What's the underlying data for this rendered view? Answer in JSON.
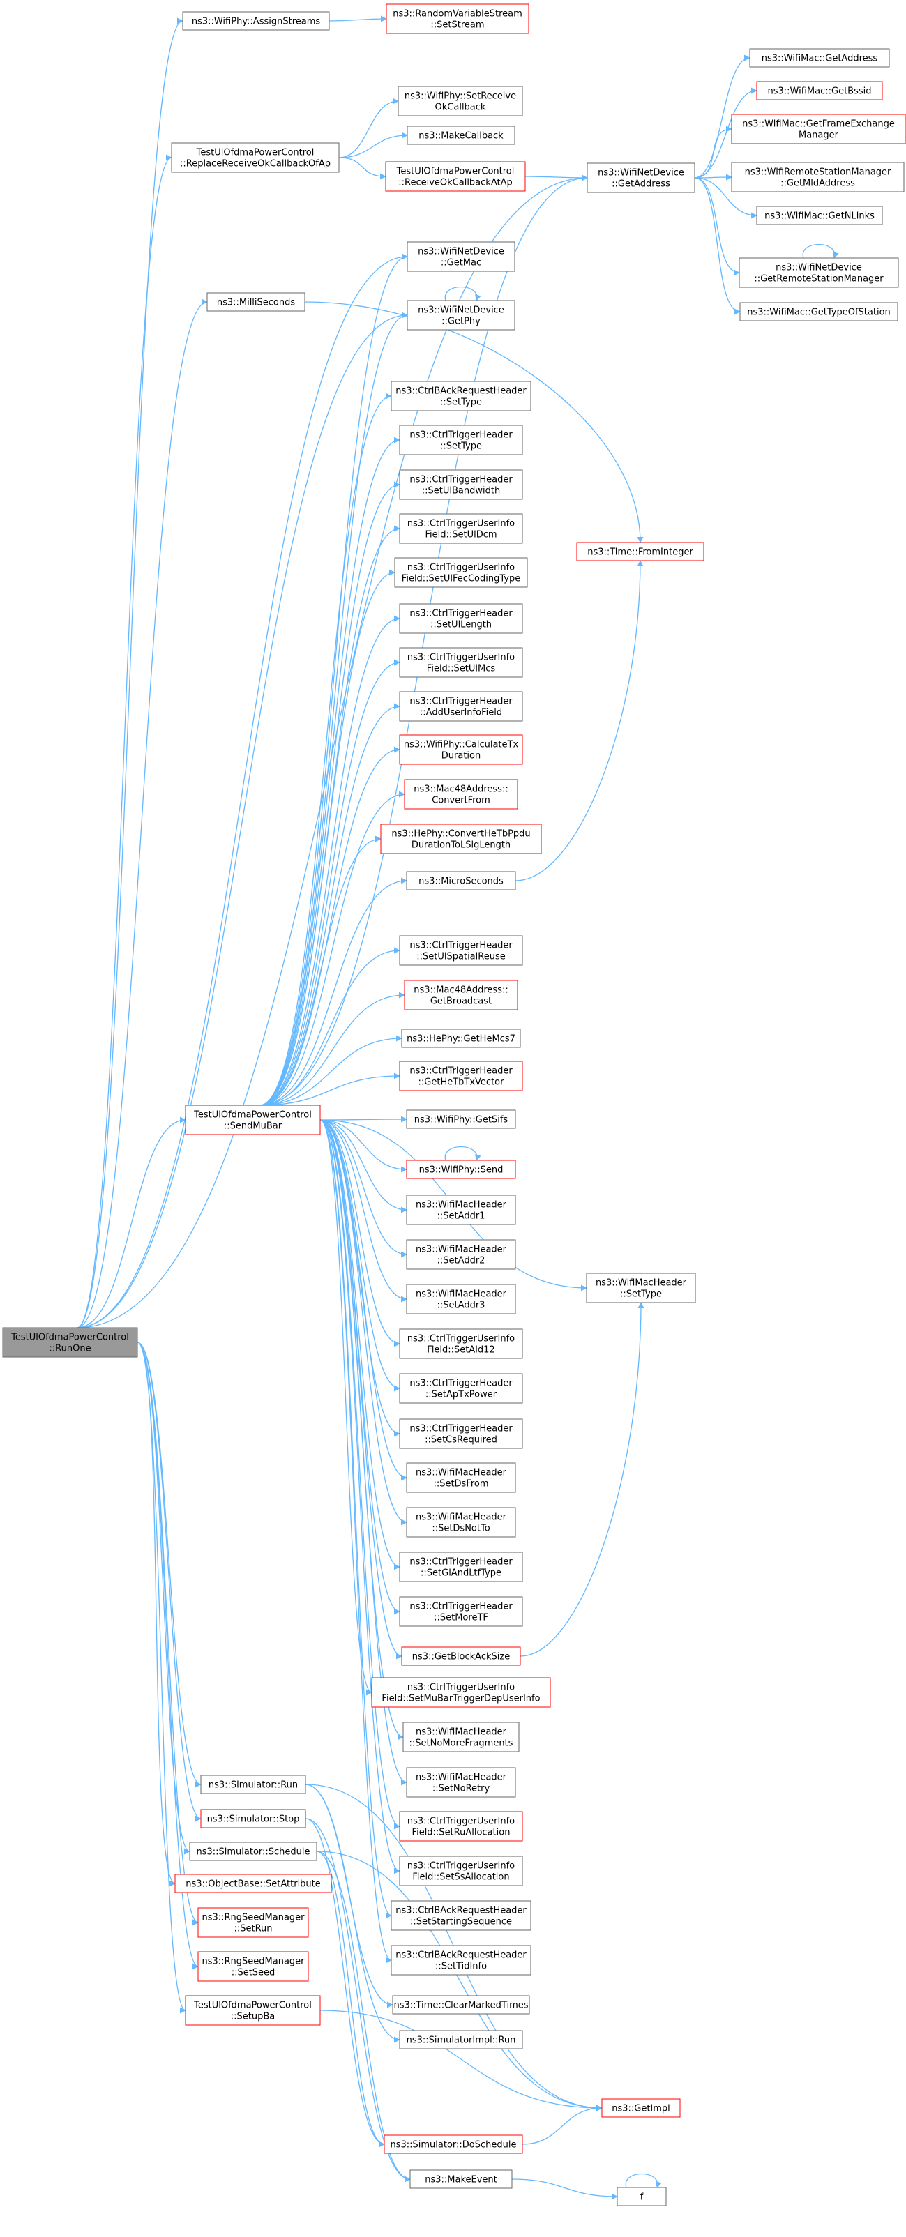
{
  "colors": {
    "edge": "#63b8ff",
    "node_border": "#666666",
    "highlight_border": "#ff0000",
    "root_fill": "#999999",
    "node_fill": "#ffffff"
  },
  "nodes": {
    "runone": {
      "lines": [
        "TestUlOfdmaPowerControl",
        "::RunOne"
      ],
      "style": "root"
    },
    "assignstreams": {
      "lines": [
        "ns3::WifiPhy::AssignStreams"
      ],
      "style": "normal"
    },
    "setstream": {
      "lines": [
        "ns3::RandomVariableStream",
        "::SetStream"
      ],
      "style": "red"
    },
    "replacecb": {
      "lines": [
        "TestUlOfdmaPowerControl",
        "::ReplaceReceiveOkCallbackOfAp"
      ],
      "style": "normal"
    },
    "setreceiveokcb": {
      "lines": [
        "ns3::WifiPhy::SetReceive",
        "OkCallback"
      ],
      "style": "normal"
    },
    "makecallback": {
      "lines": [
        "ns3::MakeCallback"
      ],
      "style": "normal"
    },
    "receiveokcb": {
      "lines": [
        "TestUlOfdmaPowerControl",
        "::ReceiveOkCallbackAtAp"
      ],
      "style": "red"
    },
    "getaddress_dev": {
      "lines": [
        "ns3::WifiNetDevice",
        "::GetAddress"
      ],
      "style": "normal"
    },
    "getaddress_mac": {
      "lines": [
        "ns3::WifiMac::GetAddress"
      ],
      "style": "normal"
    },
    "getbssid": {
      "lines": [
        "ns3::WifiMac::GetBssid"
      ],
      "style": "red"
    },
    "getfem": {
      "lines": [
        "ns3::WifiMac::GetFrameExchange",
        "Manager"
      ],
      "style": "red"
    },
    "getmldaddress": {
      "lines": [
        "ns3::WifiRemoteStationManager",
        "::GetMldAddress"
      ],
      "style": "normal"
    },
    "getnlinks": {
      "lines": [
        "ns3::WifiMac::GetNLinks"
      ],
      "style": "normal"
    },
    "getrsm": {
      "lines": [
        "ns3::WifiNetDevice",
        "::GetRemoteStationManager"
      ],
      "style": "normal"
    },
    "gettypeofstation": {
      "lines": [
        "ns3::WifiMac::GetTypeOfStation"
      ],
      "style": "normal"
    },
    "milliseconds": {
      "lines": [
        "ns3::MilliSeconds"
      ],
      "style": "normal"
    },
    "getmac": {
      "lines": [
        "ns3::WifiNetDevice",
        "::GetMac"
      ],
      "style": "normal"
    },
    "getphy": {
      "lines": [
        "ns3::WifiNetDevice",
        "::GetPhy"
      ],
      "style": "normal"
    },
    "bar_settype": {
      "lines": [
        "ns3::CtrlBAckRequestHeader",
        "::SetType"
      ],
      "style": "normal"
    },
    "trig_settype": {
      "lines": [
        "ns3::CtrlTriggerHeader",
        "::SetType"
      ],
      "style": "normal"
    },
    "setulbw": {
      "lines": [
        "ns3::CtrlTriggerHeader",
        "::SetUlBandwidth"
      ],
      "style": "normal"
    },
    "setuldcm": {
      "lines": [
        "ns3::CtrlTriggerUserInfo",
        "Field::SetUlDcm"
      ],
      "style": "normal"
    },
    "setulfec": {
      "lines": [
        "ns3::CtrlTriggerUserInfo",
        "Field::SetUlFecCodingType"
      ],
      "style": "normal"
    },
    "fromint": {
      "lines": [
        "ns3::Time::FromInteger"
      ],
      "style": "red"
    },
    "setullength": {
      "lines": [
        "ns3::CtrlTriggerHeader",
        "::SetUlLength"
      ],
      "style": "normal"
    },
    "setulmcs": {
      "lines": [
        "ns3::CtrlTriggerUserInfo",
        "Field::SetUlMcs"
      ],
      "style": "normal"
    },
    "adduserinfo": {
      "lines": [
        "ns3::CtrlTriggerHeader",
        "::AddUserInfoField"
      ],
      "style": "normal"
    },
    "calctx": {
      "lines": [
        "ns3::WifiPhy::CalculateTx",
        "Duration"
      ],
      "style": "red"
    },
    "convertfrom": {
      "lines": [
        "ns3::Mac48Address::",
        "ConvertFrom"
      ],
      "style": "red"
    },
    "convhetb": {
      "lines": [
        "ns3::HePhy::ConvertHeTbPpdu",
        "DurationToLSigLength"
      ],
      "style": "red"
    },
    "microseconds": {
      "lines": [
        "ns3::MicroSeconds"
      ],
      "style": "normal"
    },
    "setulsr": {
      "lines": [
        "ns3::CtrlTriggerHeader",
        "::SetUlSpatialReuse"
      ],
      "style": "normal"
    },
    "getbroadcast": {
      "lines": [
        "ns3::Mac48Address::",
        "GetBroadcast"
      ],
      "style": "red"
    },
    "gethemcs7": {
      "lines": [
        "ns3::HePhy::GetHeMcs7"
      ],
      "style": "normal"
    },
    "gethetbtx": {
      "lines": [
        "ns3::CtrlTriggerHeader",
        "::GetHeTbTxVector"
      ],
      "style": "red"
    },
    "sendmubar": {
      "lines": [
        "TestUlOfdmaPowerControl",
        "::SendMuBar"
      ],
      "style": "red"
    },
    "getsifs": {
      "lines": [
        "ns3::WifiPhy::GetSifs"
      ],
      "style": "normal"
    },
    "physend": {
      "lines": [
        "ns3::WifiPhy::Send"
      ],
      "style": "red"
    },
    "setaddr1": {
      "lines": [
        "ns3::WifiMacHeader",
        "::SetAddr1"
      ],
      "style": "normal"
    },
    "setaddr2": {
      "lines": [
        "ns3::WifiMacHeader",
        "::SetAddr2"
      ],
      "style": "normal"
    },
    "setaddr3": {
      "lines": [
        "ns3::WifiMacHeader",
        "::SetAddr3"
      ],
      "style": "normal"
    },
    "machdr_settype": {
      "lines": [
        "ns3::WifiMacHeader",
        "::SetType"
      ],
      "style": "normal"
    },
    "setaid12": {
      "lines": [
        "ns3::CtrlTriggerUserInfo",
        "Field::SetAid12"
      ],
      "style": "normal"
    },
    "setaptxpower": {
      "lines": [
        "ns3::CtrlTriggerHeader",
        "::SetApTxPower"
      ],
      "style": "normal"
    },
    "setcsrequired": {
      "lines": [
        "ns3::CtrlTriggerHeader",
        "::SetCsRequired"
      ],
      "style": "normal"
    },
    "setdsfrom": {
      "lines": [
        "ns3::WifiMacHeader",
        "::SetDsFrom"
      ],
      "style": "normal"
    },
    "setdsnotto": {
      "lines": [
        "ns3::WifiMacHeader",
        "::SetDsNotTo"
      ],
      "style": "normal"
    },
    "setgiltf": {
      "lines": [
        "ns3::CtrlTriggerHeader",
        "::SetGiAndLtfType"
      ],
      "style": "normal"
    },
    "setmoretf": {
      "lines": [
        "ns3::CtrlTriggerHeader",
        "::SetMoreTF"
      ],
      "style": "normal"
    },
    "getbasize": {
      "lines": [
        "ns3::GetBlockAckSize"
      ],
      "style": "red"
    },
    "setmubardep": {
      "lines": [
        "ns3::CtrlTriggerUserInfo",
        "Field::SetMuBarTriggerDepUserInfo"
      ],
      "style": "red"
    },
    "setnomorefrag": {
      "lines": [
        "ns3::WifiMacHeader",
        "::SetNoMoreFragments"
      ],
      "style": "normal"
    },
    "setnoretry": {
      "lines": [
        "ns3::WifiMacHeader",
        "::SetNoRetry"
      ],
      "style": "normal"
    },
    "simrun": {
      "lines": [
        "ns3::Simulator::Run"
      ],
      "style": "normal"
    },
    "setrualloc": {
      "lines": [
        "ns3::CtrlTriggerUserInfo",
        "Field::SetRuAllocation"
      ],
      "style": "red"
    },
    "simstop": {
      "lines": [
        "ns3::Simulator::Stop"
      ],
      "style": "red"
    },
    "simschedule": {
      "lines": [
        "ns3::Simulator::Schedule"
      ],
      "style": "normal"
    },
    "setssalloc": {
      "lines": [
        "ns3::CtrlTriggerUserInfo",
        "Field::SetSsAllocation"
      ],
      "style": "normal"
    },
    "setattribute": {
      "lines": [
        "ns3::ObjectBase::SetAttribute"
      ],
      "style": "red"
    },
    "setstartseq": {
      "lines": [
        "ns3::CtrlBAckRequestHeader",
        "::SetStartingSequence"
      ],
      "style": "normal"
    },
    "setrun": {
      "lines": [
        "ns3::RngSeedManager",
        "::SetRun"
      ],
      "style": "red"
    },
    "settidinfo": {
      "lines": [
        "ns3::CtrlBAckRequestHeader",
        "::SetTidInfo"
      ],
      "style": "normal"
    },
    "setseed": {
      "lines": [
        "ns3::RngSeedManager",
        "::SetSeed"
      ],
      "style": "red"
    },
    "clearmarked": {
      "lines": [
        "ns3::Time::ClearMarkedTimes"
      ],
      "style": "normal"
    },
    "setupba": {
      "lines": [
        "TestUlOfdmaPowerControl",
        "::SetupBa"
      ],
      "style": "red"
    },
    "simimplrun": {
      "lines": [
        "ns3::SimulatorImpl::Run"
      ],
      "style": "normal"
    },
    "getimpl": {
      "lines": [
        "ns3::GetImpl"
      ],
      "style": "red"
    },
    "doschedule": {
      "lines": [
        "ns3::Simulator::DoSchedule"
      ],
      "style": "red"
    },
    "makeevent": {
      "lines": [
        "ns3::MakeEvent"
      ],
      "style": "normal"
    },
    "f": {
      "lines": [
        "f"
      ],
      "style": "normal"
    }
  }
}
